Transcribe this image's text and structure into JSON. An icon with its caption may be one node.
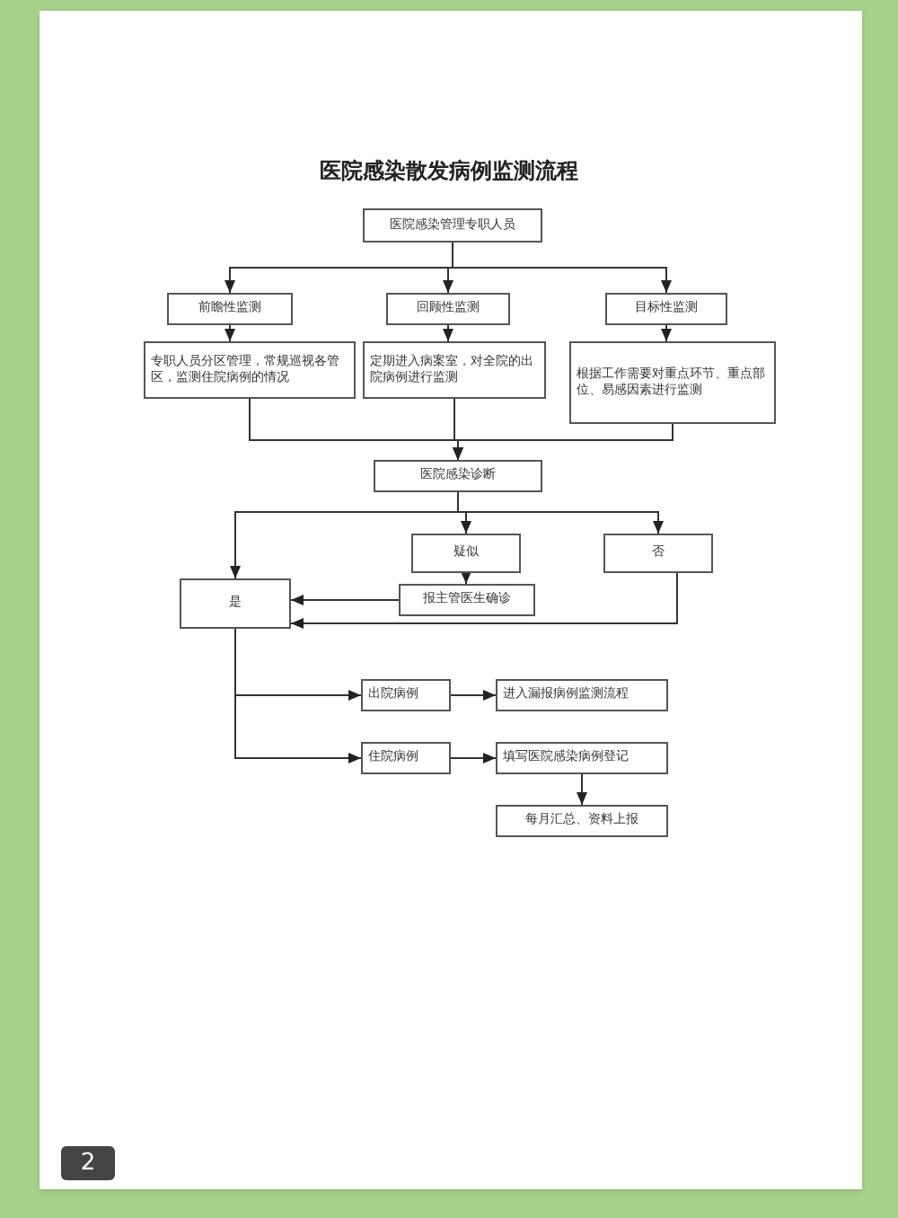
{
  "diagram": {
    "title": "医院感染散发病例监测流程",
    "nodes": [
      {
        "text": [
          "医院感染管理专职人员"
        ]
      },
      {
        "text": [
          "前瞻性监测"
        ]
      },
      {
        "text": [
          "回顾性监测"
        ]
      },
      {
        "text": [
          "目标性监测"
        ]
      },
      {
        "text": [
          "专职人员分区管理，常规巡视各管区，监测住院病例的情况"
        ]
      },
      {
        "text": [
          "定期进入病案室，对全院的出院病例进行监测"
        ]
      },
      {
        "text": [
          "根据工作需要对重点环节、重点部位、易感因素进行监测"
        ]
      },
      {
        "text": [
          "医院感染诊断"
        ]
      },
      {
        "text": [
          "是"
        ]
      },
      {
        "text": [
          "疑似"
        ]
      },
      {
        "text": [
          "报主管医生确诊"
        ]
      },
      {
        "text": [
          "否"
        ]
      },
      {
        "text": [
          "出院病例"
        ]
      },
      {
        "text": [
          "进入漏报病例监测流程"
        ]
      },
      {
        "text": [
          "住院病例"
        ]
      },
      {
        "text": [
          "填写医院感染病例登记"
        ]
      },
      {
        "text": [
          "每月汇总、资料上报"
        ]
      }
    ],
    "edges": [
      {
        "from": 0,
        "to": 1,
        "arrow": "to"
      },
      {
        "from": 0,
        "to": 2,
        "arrow": "to"
      },
      {
        "from": 0,
        "to": 3,
        "arrow": "to"
      },
      {
        "from": 1,
        "to": 4,
        "arrow": "to"
      },
      {
        "from": 2,
        "to": 5,
        "arrow": "to"
      },
      {
        "from": 3,
        "to": 6,
        "arrow": "to"
      },
      {
        "from": 4,
        "to": 7,
        "arrow": "to"
      },
      {
        "from": 5,
        "to": 7,
        "arrow": "to"
      },
      {
        "from": 6,
        "to": 7,
        "arrow": "to"
      },
      {
        "from": 7,
        "to": 8,
        "arrow": "to"
      },
      {
        "from": 7,
        "to": 9,
        "arrow": "to"
      },
      {
        "from": 7,
        "to": 11,
        "arrow": "to"
      },
      {
        "from": 9,
        "to": 10,
        "arrow": "to"
      },
      {
        "from": 10,
        "to": 8,
        "arrow": "to"
      },
      {
        "from": 11,
        "to": 8,
        "arrow": "to"
      },
      {
        "from": 8,
        "to": 12,
        "arrow": "to"
      },
      {
        "from": 8,
        "to": 14,
        "arrow": "to"
      },
      {
        "from": 12,
        "to": 13,
        "arrow": "to"
      },
      {
        "from": 14,
        "to": 15,
        "arrow": "to"
      },
      {
        "from": 15,
        "to": 16,
        "arrow": "to"
      }
    ],
    "labels": [
      "2"
    ]
  }
}
